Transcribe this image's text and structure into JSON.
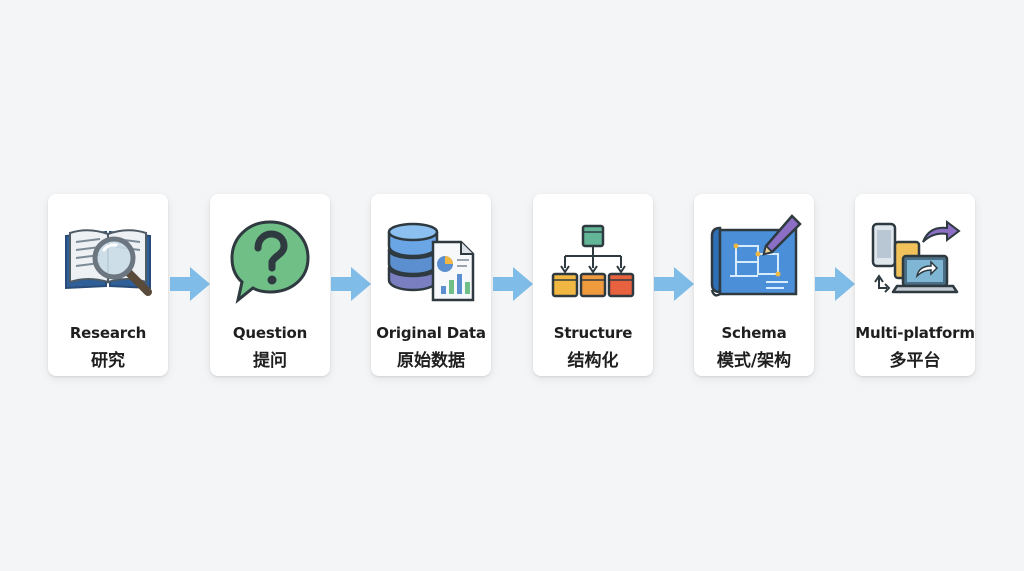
{
  "colors": {
    "background": "#f3f5f7",
    "card": "#ffffff",
    "arrow": "#7fbde8",
    "text": "#1f1f1f"
  },
  "steps": [
    {
      "label_en": "Research",
      "label_zh": "研究",
      "icon": "book-magnifier-icon"
    },
    {
      "label_en": "Question",
      "label_zh": "提问",
      "icon": "question-bubble-icon"
    },
    {
      "label_en": "Original Data",
      "label_zh": "原始数据",
      "icon": "database-report-icon"
    },
    {
      "label_en": "Structure",
      "label_zh": "结构化",
      "icon": "hierarchy-cubes-icon"
    },
    {
      "label_en": "Schema",
      "label_zh": "模式/架构",
      "icon": "blueprint-pencil-icon"
    },
    {
      "label_en": "Multi-platform",
      "label_zh": "多平台",
      "icon": "devices-share-icon"
    }
  ]
}
